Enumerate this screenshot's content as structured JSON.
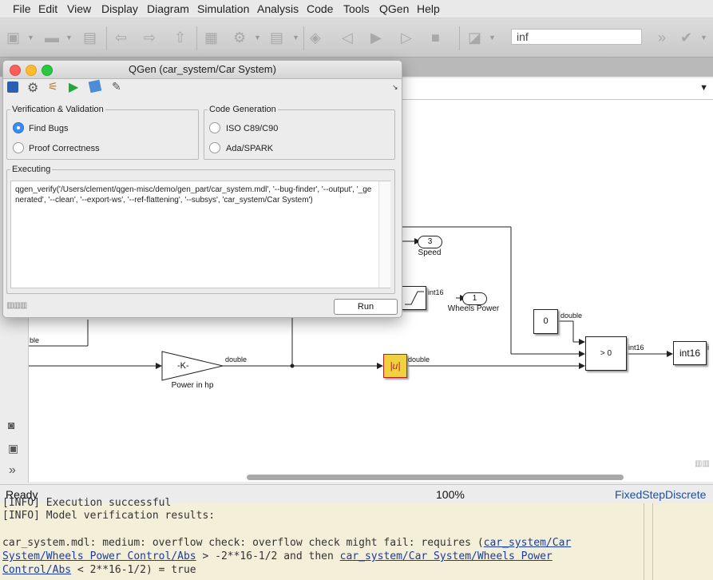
{
  "menu": [
    "File",
    "Edit",
    "View",
    "Display",
    "Diagram",
    "Simulation",
    "Analysis",
    "Code",
    "Tools",
    "QGen",
    "Help"
  ],
  "toolbar": {
    "stop_time": "inf"
  },
  "canvas": {
    "port_speed_num": "3",
    "port_speed_label": "Speed",
    "port_wheels_num": "1",
    "port_wheels_label": "Wheels Power",
    "gain_text": "-K-",
    "gain_label": "Power in hp",
    "abs_text": "|u|",
    "const_text": "0",
    "switch_text": "> 0",
    "convert_text": "int16",
    "sig_int16_a": "int16",
    "sig_double_gain": "double",
    "sig_double_abs": "double",
    "sig_double_const": "double",
    "sig_int16_switch": "int16",
    "sig_ble": "ble",
    "sig_cut": "i"
  },
  "status": {
    "left": "Ready",
    "zoom": "100%",
    "solver": "FixedStepDiscrete"
  },
  "console": {
    "line1": "[INFO] Execution successful",
    "line2": "[INFO] Model verification results:",
    "line3_pre": "car_system.mdl: medium: overflow check: overflow check might fail: requires (",
    "line3_link": "car_system/Car",
    "line4_link1": "System/Wheels Power Control/Abs",
    "line4_mid": " > -2**16-1/2 and then ",
    "line4_link2": "car_system/Car System/Wheels Power",
    "line5_link": "Control/Abs",
    "line5_post": " < 2**16-1/2) = true"
  },
  "qgen": {
    "title": "QGen (car_system/Car System)",
    "vv_legend": "Verification & Validation",
    "find_bugs": "Find Bugs",
    "proof": "Proof Correctness",
    "cg_legend": "Code Generation",
    "iso": "ISO C89/C90",
    "ada": "Ada/SPARK",
    "exec_legend": "Executing",
    "command": "qgen_verify('/Users/clement/qgen-misc/demo/gen_part/car_system.mdl', '--bug-finder', '--output', '_generated', '--clean', '--export-ws', '--ref-flattening', '--subsys', 'car_system/Car System')",
    "run": "Run",
    "selected_mode": "Find Bugs"
  },
  "colors": {
    "canvas": "#ffffff",
    "console_bg": "#f3efd8",
    "abs_block": "#f0d240",
    "solver_text": "#1c4fa0",
    "radio_selected": "#3b8cf4"
  }
}
